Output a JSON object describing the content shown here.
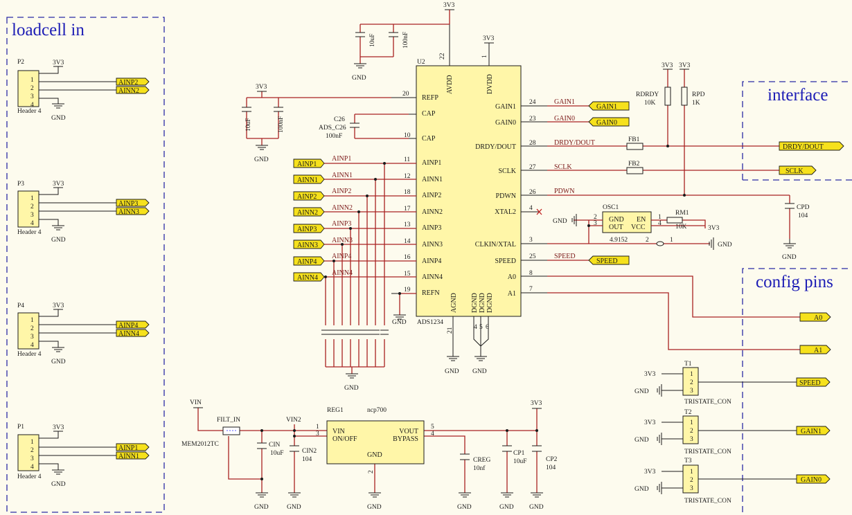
{
  "titles": {
    "loadcell": "loadcell in",
    "interface": "interface",
    "config": "config pins"
  },
  "common": {
    "v3": "3V3",
    "gnd": "GND",
    "header": "Header 4",
    "tristate": "TRISTATE_CON"
  },
  "headers": [
    {
      "ref": "P2",
      "in1": "AINP2",
      "in2": "AINN2"
    },
    {
      "ref": "P3",
      "in1": "AINP3",
      "in2": "AINN3"
    },
    {
      "ref": "P4",
      "in1": "AINP4",
      "in2": "AINN4"
    },
    {
      "ref": "P1",
      "in1": "AINP1",
      "in2": "AINN1"
    }
  ],
  "pin_numbers": {
    "p1": "1",
    "p2": "2",
    "p3": "3",
    "p4": "4",
    "p5": "5",
    "p6": "6",
    "p7": "7",
    "p8": "8",
    "p10": "10",
    "p11": "11",
    "p12": "12",
    "p13": "13",
    "p14": "14",
    "p15": "15",
    "p16": "16",
    "p17": "17",
    "p18": "18",
    "p19": "19",
    "p20": "20",
    "p21": "21",
    "p22": "22",
    "p23": "23",
    "p24": "24",
    "p25": "25",
    "p26": "26",
    "p27": "27",
    "p28": "28"
  },
  "ic": {
    "ref": "U2",
    "part": "ADS1234",
    "avdd": "AVDD",
    "dvdd": "DVDD",
    "agnd": "AGND",
    "dgnd": "DGND",
    "left_pins": [
      "REFP",
      "CAP",
      "CAP",
      "AINP1",
      "AINN1",
      "AINP2",
      "AINN2",
      "AINP3",
      "AINN3",
      "AINP4",
      "AINN4",
      "REFN"
    ],
    "right_pins": [
      "GAIN1",
      "GAIN0",
      "DRDY/DOUT",
      "SCLK",
      "PDWN",
      "XTAL2",
      "CLKIN/XTAL",
      "SPEED",
      "A0",
      "A1"
    ]
  },
  "components": {
    "c10u": "10uF",
    "c100n": "100nF",
    "c26_ref": "C26",
    "c26_part": "ADS_C26",
    "c26_val": "100nF",
    "rdrdy": "RDRDY",
    "rdrdy_val": "10K",
    "rpd": "RPD",
    "rpd_val": "1K",
    "fb1": "FB1",
    "fb2": "FB2",
    "cpd": "CPD",
    "cpd_val": "104",
    "osc": "OSC1",
    "osc_gnd": "GND",
    "osc_en": "EN",
    "osc_out": "OUT",
    "osc_vcc": "VCC",
    "osc_freq": "4.9152",
    "rm1": "RM1",
    "rm1_val": "10K",
    "reg": "REG1",
    "reg_part": "ncp700",
    "reg_vin": "VIN",
    "reg_onoff": "ON/OFF",
    "reg_vout": "VOUT",
    "reg_bypass": "BYPASS",
    "reg_gnd": "GND",
    "vin": "VIN",
    "filt": "FILT_IN",
    "mem": "MEM2012TC",
    "vin2": "VIN2",
    "cin": "CIN",
    "cin_val": "10uF",
    "cin2": "CIN2",
    "cin2_val": "104",
    "creg": "CREG",
    "creg_val": "10nf",
    "cp1": "CP1",
    "cp1_val": "10uF",
    "cp2": "CP2",
    "cp2_val": "104",
    "t1": "T1",
    "t2": "T2",
    "t3": "T3"
  },
  "nets": {
    "gain1": "GAIN1",
    "gain0": "GAIN0",
    "drdy": "DRDY/DOUT",
    "sclk": "SCLK",
    "pdwn": "PDWN",
    "speed": "SPEED",
    "a0": "A0",
    "a1": "A1",
    "ain": [
      "AINP1",
      "AINN1",
      "AINP2",
      "AINN2",
      "AINP3",
      "AINN3",
      "AINP4",
      "AINN4"
    ]
  }
}
